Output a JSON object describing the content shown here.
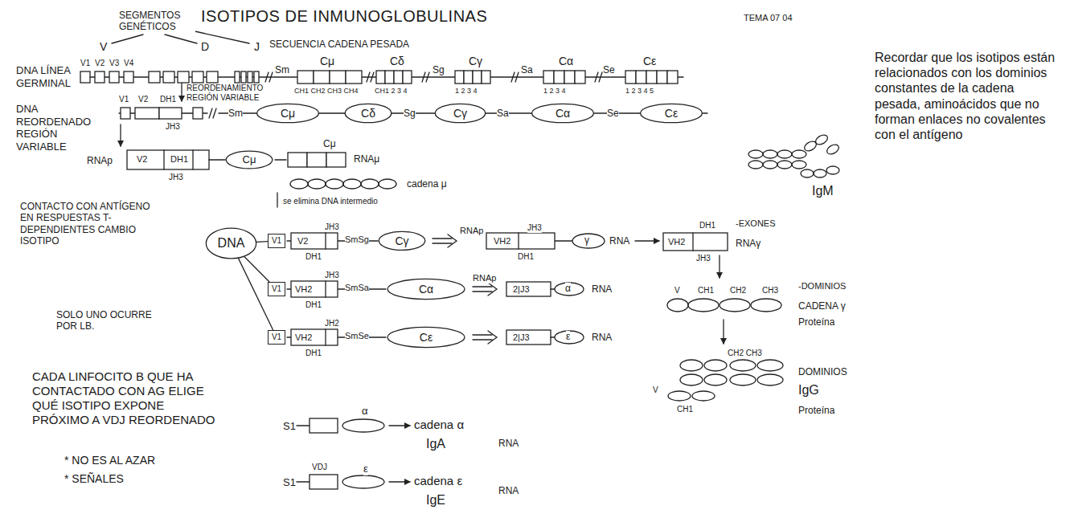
{
  "diagram": {
    "title": "ISOTIPOS DE INMUNOGLOBULINAS",
    "nodes": [
      {
        "text": [
          "Cμ"
        ]
      },
      {
        "text": [
          "Cδ"
        ]
      },
      {
        "text": [
          "Cγ"
        ]
      },
      {
        "text": [
          "Cα"
        ]
      },
      {
        "text": [
          "Cε"
        ]
      },
      {
        "text": [
          "Cμ"
        ]
      },
      {
        "text": [
          "DNA"
        ]
      },
      {
        "text": [
          "V1"
        ]
      },
      {
        "text": [
          "Cγ"
        ]
      },
      {
        "text": [
          "V1"
        ]
      },
      {
        "text": [
          "Cα"
        ]
      },
      {
        "text": [
          "V1"
        ]
      },
      {
        "text": [
          "Cε"
        ]
      }
    ],
    "edges": [
      {
        "from": 6,
        "to": 7,
        "arrow": "none"
      },
      {
        "from": 6,
        "to": 9,
        "arrow": "none"
      },
      {
        "from": 6,
        "to": 11,
        "arrow": "none"
      }
    ],
    "labels": [
      "TEMA 07 04",
      "SEGMENTOS GENÉTICOS",
      "V",
      "D",
      "J",
      "SECUENCIA CADENA PESADA",
      "DNA LÍNEA GERMINAL",
      "V1",
      "V2",
      "V3",
      "V4",
      "Sm",
      "Cμ",
      "Cδ",
      "Sg",
      "Cγ",
      "Sa",
      "Cα",
      "Se",
      "Cε",
      "CH1 CH2 CH3 CH4",
      "CH1 2 3 4",
      "1 2 3 4",
      "1 2 3 4",
      "1 2 3 4 5",
      "REORDENAMIENTO REGIÓN VARIABLE",
      "DNA REORDENADO REGIÓN VARIABLE",
      "V1",
      "V2",
      "DH1",
      "JH3",
      "Sm",
      "Sg",
      "Sa",
      "Se",
      "RNAp",
      "V2",
      "DH1",
      "JH3",
      "Cμ",
      "RNAμ",
      "cadena μ",
      "IgM",
      "se elimina DNA intermedio",
      "CONTACTO CON ANTÍGENO EN RESPUESTAS T-DEPENDIENTES CAMBIO ISOTIPO",
      "V2",
      "DH1",
      "JH3",
      "SmSg",
      "RNAp",
      "VH2",
      "JH3",
      "DH1",
      "γ",
      "RNA",
      "DH1",
      "VH2",
      "JH3",
      "-EXONES",
      "RNAγ",
      "SOLO UNO OCURRE POR LB.",
      "VH2",
      "DH1",
      "JH3",
      "SmSa",
      "RNAp",
      "2|J3",
      "α",
      "RNA",
      "VH2",
      "DH1",
      "JH2",
      "SmSe",
      "2|J3",
      "ε",
      "RNA",
      "CADA LINFOCITO B QUE HA CONTACTADO CON AG ELIGE QUÉ ISOTIPO EXPONE PRÓXIMO A VDJ REORDENADO",
      "* NO ES AL AZAR",
      "* SEÑALES",
      "S1",
      "α",
      "cadena α",
      "IgA",
      "RNA",
      "S1",
      "VDJ",
      "ε",
      "cadena ε",
      "IgE",
      "RNA",
      "V",
      "CH1",
      "CH2",
      "CH3",
      "-DOMINIOS",
      "CADENA γ",
      "Proteína",
      "V",
      "CH1",
      "CH2 CH3",
      "DOMINIOS",
      "IgG",
      "Proteína",
      "Recordar que los isotipos están relacionados con los dominios constantes de la cadena pesada, aminoácidos que no forman enlaces no covalentes con el antígeno"
    ]
  }
}
